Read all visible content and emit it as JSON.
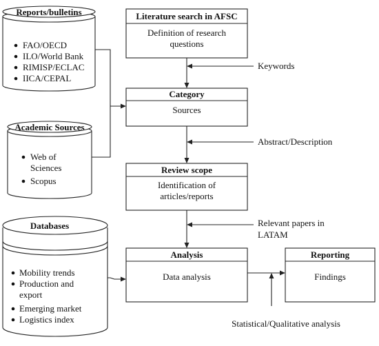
{
  "sources": {
    "reports": {
      "title": "Reports/bulletins",
      "items": [
        "FAO/OECD",
        "ILO/World Bank",
        "RIMISP/ECLAC",
        "IICA/CEPAL"
      ]
    },
    "academic": {
      "title": "Academic Sources",
      "items": [
        [
          "Web of",
          "Sciences"
        ],
        [
          "Scopus"
        ]
      ]
    },
    "databases": {
      "title": "Databases",
      "items": [
        [
          "Mobility trends"
        ],
        [
          "Production and",
          "export"
        ],
        [
          "Emerging market"
        ],
        [
          "Logistics index"
        ]
      ]
    }
  },
  "flow": {
    "literature": {
      "title": "Literature search in AFSC",
      "body": [
        "Definition of research",
        "questions"
      ]
    },
    "category": {
      "title": "Category",
      "body": [
        "Sources"
      ]
    },
    "review": {
      "title": "Review scope",
      "body": [
        "Identification of",
        "articles/reports"
      ]
    },
    "analysis": {
      "title": "Analysis",
      "body": [
        "Data analysis"
      ]
    },
    "reporting": {
      "title": "Reporting",
      "body": [
        "Findings"
      ]
    }
  },
  "annotations": {
    "keywords": [
      "Keywords"
    ],
    "abstract": [
      "Abstract/Description"
    ],
    "relevant": [
      "Relevant papers in",
      "LATAM"
    ],
    "statistical": [
      "Statistical/Qualitative analysis"
    ]
  }
}
